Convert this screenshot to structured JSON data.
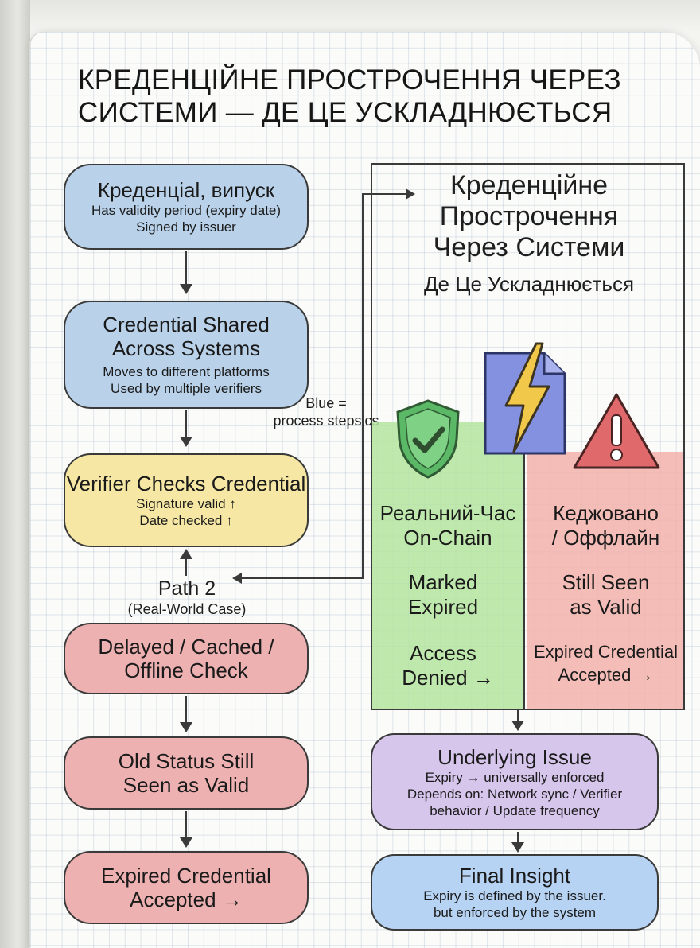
{
  "title": {
    "line1": "КРЕДЕНЦІЙНЕ ПРОСТРОЧЕННЯ ЧЕРЕЗ",
    "line2": "СИСТЕМИ — ДЕ ЦЕ УСКЛАДНЮЄТЬСЯ"
  },
  "flow": {
    "step1": {
      "head": "Креденціal, випуск",
      "sub1": "Has validity period (expiry date)",
      "sub2": "Signed by issuer"
    },
    "step2": {
      "head1": "Credential Shared",
      "head2": "Across Systems",
      "sub1": "Moves to different platforms",
      "sub2": "Used by multiple verifiers"
    },
    "step3": {
      "head": "Verifier Checks Credential",
      "sub1": "Signature valid ↑",
      "sub2": "Date checked ↑"
    },
    "path2": {
      "label": "Path 2",
      "sub": "(Real-World Case)"
    },
    "step4": {
      "head1": "Delayed / Cached /",
      "head2": "Offline Check"
    },
    "step5": {
      "head1": "Old Status Still",
      "head2": "Seen as Valid"
    },
    "step6": {
      "head1": "Expired Credential",
      "head2": "Accepted →"
    }
  },
  "legend": {
    "line1": "Blue =",
    "line2": "process stepsics"
  },
  "panel": {
    "title1": "Креденційне",
    "title2": "Прострочення",
    "title3": "Через Системи",
    "subtitle": "Де Це Ускладнюється",
    "green": {
      "head1": "Реальний-Час",
      "head2": "On-Chain",
      "mid1": "Marked",
      "mid2": "Expired",
      "end1": "Access",
      "end2": "Denied →"
    },
    "red": {
      "head1": "Кеджовано",
      "head2": "/ Оффлайн",
      "mid1": "Still Seen",
      "mid2": "as Valid",
      "end1": "Expired Credential",
      "end2": "Accepted →"
    }
  },
  "issue": {
    "head": "Underlying Issue",
    "sub1": "Expiry → universally enforced",
    "sub2": "Depends on: Network sync / Verifier",
    "sub3": "behavior / Update frequency"
  },
  "insight": {
    "head": "Final Insight",
    "sub1": "Expiry is defined by the issuer.",
    "sub2": "but enforced by the system"
  },
  "icons": {
    "shield": "shield-check-icon",
    "document": "lightning-document-icon",
    "warning": "warning-triangle-icon"
  },
  "colors": {
    "blue": "#b9d2ea",
    "yellow": "#f6e8a4",
    "red": "#eeb1b1",
    "green": "#b4e4a0",
    "purple": "#d7c6ec"
  }
}
